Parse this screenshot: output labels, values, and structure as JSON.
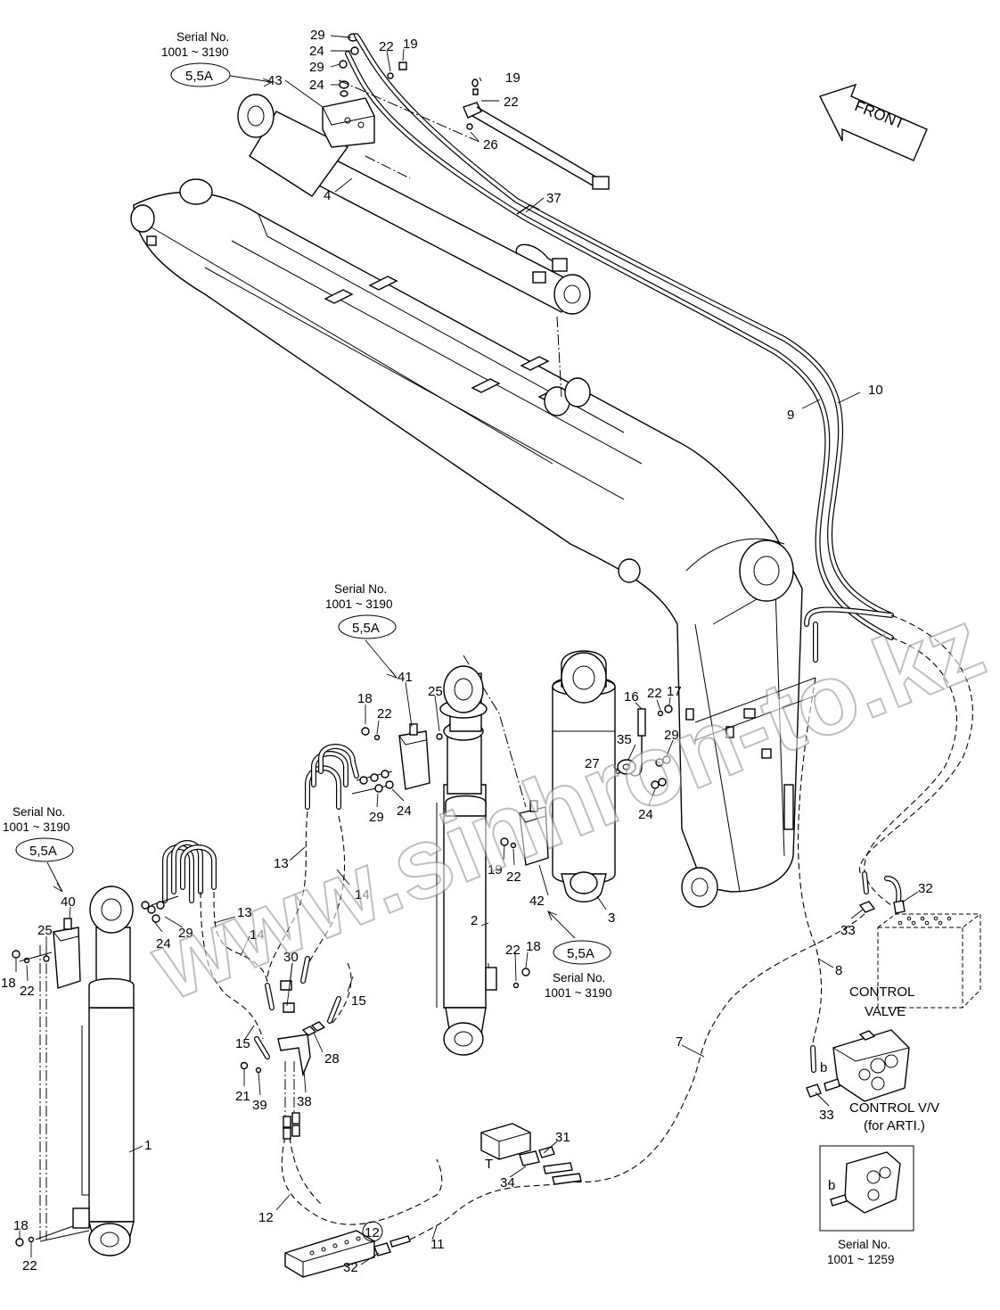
{
  "callouts": [
    {
      "id": "c29a",
      "text": "29"
    },
    {
      "id": "c24a",
      "text": "24"
    },
    {
      "id": "c29b",
      "text": "29"
    },
    {
      "id": "c24b",
      "text": "24"
    },
    {
      "id": "c22a",
      "text": "22"
    },
    {
      "id": "c19a",
      "text": "19"
    },
    {
      "id": "c43",
      "text": "43"
    },
    {
      "id": "c19b",
      "text": "19"
    },
    {
      "id": "c22b",
      "text": "22"
    },
    {
      "id": "c26",
      "text": "26"
    },
    {
      "id": "c4",
      "text": "4"
    },
    {
      "id": "c37",
      "text": "37"
    },
    {
      "id": "c10",
      "text": "10"
    },
    {
      "id": "c9",
      "text": "9"
    },
    {
      "id": "c41",
      "text": "41"
    },
    {
      "id": "c25a",
      "text": "25"
    },
    {
      "id": "c18a",
      "text": "18"
    },
    {
      "id": "c22c",
      "text": "22"
    },
    {
      "id": "c16",
      "text": "16"
    },
    {
      "id": "c22d",
      "text": "22"
    },
    {
      "id": "c17",
      "text": "17"
    },
    {
      "id": "c35",
      "text": "35"
    },
    {
      "id": "c29c",
      "text": "29"
    },
    {
      "id": "c27",
      "text": "27"
    },
    {
      "id": "c24c",
      "text": "24"
    },
    {
      "id": "c29d",
      "text": "29"
    },
    {
      "id": "c24d",
      "text": "24"
    },
    {
      "id": "c13a",
      "text": "13"
    },
    {
      "id": "c14a",
      "text": "14"
    },
    {
      "id": "c19c",
      "text": "19"
    },
    {
      "id": "c22e",
      "text": "22"
    },
    {
      "id": "c42",
      "text": "42"
    },
    {
      "id": "c3",
      "text": "3"
    },
    {
      "id": "c2",
      "text": "2"
    },
    {
      "id": "c22f",
      "text": "22"
    },
    {
      "id": "c18b",
      "text": "18"
    },
    {
      "id": "c32a",
      "text": "32"
    },
    {
      "id": "c33a",
      "text": "33"
    },
    {
      "id": "c8",
      "text": "8"
    },
    {
      "id": "c40",
      "text": "40"
    },
    {
      "id": "c25b",
      "text": "25"
    },
    {
      "id": "c24e",
      "text": "24"
    },
    {
      "id": "c29e",
      "text": "29"
    },
    {
      "id": "c18c",
      "text": "18"
    },
    {
      "id": "c22g",
      "text": "22"
    },
    {
      "id": "c13b",
      "text": "13"
    },
    {
      "id": "c14b",
      "text": "14"
    },
    {
      "id": "c30",
      "text": "30"
    },
    {
      "id": "c15a",
      "text": "15"
    },
    {
      "id": "c15b",
      "text": "15"
    },
    {
      "id": "c28",
      "text": "28"
    },
    {
      "id": "c21",
      "text": "21"
    },
    {
      "id": "c39",
      "text": "39"
    },
    {
      "id": "c38",
      "text": "38"
    },
    {
      "id": "c7",
      "text": "7"
    },
    {
      "id": "c1",
      "text": "1"
    },
    {
      "id": "c33b",
      "text": "33"
    },
    {
      "id": "cT",
      "text": "T"
    },
    {
      "id": "c31",
      "text": "31"
    },
    {
      "id": "c34",
      "text": "34"
    },
    {
      "id": "c12a",
      "text": "12"
    },
    {
      "id": "c11",
      "text": "11"
    },
    {
      "id": "c12b",
      "text": "12"
    },
    {
      "id": "c32b",
      "text": "32"
    },
    {
      "id": "c18d",
      "text": "18"
    },
    {
      "id": "c22h",
      "text": "22"
    },
    {
      "id": "cb1",
      "text": "b"
    },
    {
      "id": "cb2",
      "text": "b"
    }
  ],
  "serial_notes": {
    "top": {
      "line1": "Serial No.",
      "line2": "1001 ~ 3190",
      "badge": "5,5A"
    },
    "mid": {
      "line1": "Serial No.",
      "line2": "1001 ~ 3190",
      "badge": "5,5A"
    },
    "left": {
      "line1": "Serial No.",
      "line2": "1001 ~ 3190",
      "badge": "5,5A"
    },
    "right": {
      "badge": "5,5A",
      "line1": "Serial No.",
      "line2": "1001 ~ 3190"
    },
    "inset": {
      "line1": "Serial No.",
      "line2": "1001 ~ 1259"
    }
  },
  "front_label": "FRONT",
  "control_valve": {
    "line1": "CONTROL",
    "line2": "VALVE"
  },
  "control_vv": {
    "line1": "CONTROL V/V",
    "line2": "(for ARTI.)"
  },
  "watermark": "www.sinhron-to.kz"
}
